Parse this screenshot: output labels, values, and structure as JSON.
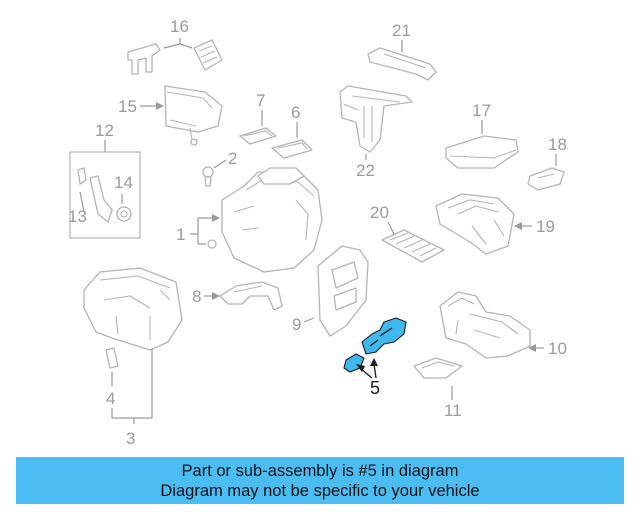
{
  "diagram": {
    "callouts": {
      "c1": "1",
      "c2": "2",
      "c3": "3",
      "c4": "4",
      "c5": "5",
      "c6": "6",
      "c7": "7",
      "c8": "8",
      "c9": "9",
      "c10": "10",
      "c11": "11",
      "c12": "12",
      "c13": "13",
      "c14": "14",
      "c15": "15",
      "c16": "16",
      "c17": "17",
      "c18": "18",
      "c19": "19",
      "c20": "20",
      "c21": "21",
      "c22": "22"
    },
    "highlighted_part": "5",
    "colors": {
      "highlight": "#3fb8ee",
      "outline": "#b4b4b4",
      "banner": "#4bbdf2"
    }
  },
  "banner": {
    "line1": "Part or sub-assembly is #5 in diagram",
    "line2": "Diagram may not be specific to your vehicle"
  }
}
